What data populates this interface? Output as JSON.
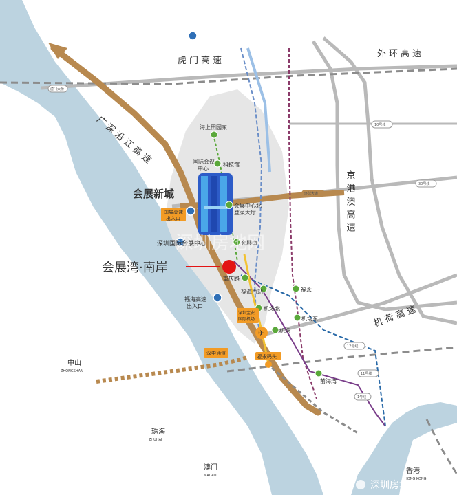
{
  "colors": {
    "water": "#bcd3e0",
    "land": "#ffffff",
    "district": "#e6e6e6",
    "expressway": "#b8894f",
    "road": "#b9b9b9",
    "highlight": "#e31414",
    "station": "#5aa83a",
    "junction": "#2f6fb6",
    "tag": "#f29b25"
  },
  "roads": {
    "humen": "虎门高速",
    "waihuan": "外环高速",
    "guangshen": "广深沿江高速",
    "jinggang": "京港澳高速",
    "jihe": "机荷高速"
  },
  "places": {
    "huizhan": "会展新城",
    "center": "深圳国际会展中心",
    "zhongshan": "中山",
    "zhongshan_en": "ZHONGSHAN",
    "zhuhai": "珠海",
    "zhuhai_en": "ZHUHAI",
    "macao": "澳门",
    "macao_en": "MACAO",
    "hongkong": "香港",
    "hongkong_en": "HONG KONG"
  },
  "highlight": {
    "label": "会展湾·南岸"
  },
  "stations": {
    "haishang": "海上田园东",
    "kejiguan": "科技馆",
    "guoji1": "国际会议",
    "guoji2": "中心",
    "hzbei1": "会展中心北",
    "hzbei2": "登录大厅",
    "hznan": "会展南",
    "chongqing": "重庆路",
    "fuhai": "福海西站",
    "fuyong": "福永",
    "jcbei": "机场北",
    "jcdong": "机场东",
    "jichang": "机场",
    "qianhai": "前海湾",
    "fyterminal": "福永码头"
  },
  "tags": {
    "guozhan1": "国展高速",
    "guozhan2": "出入口",
    "fuhai1": "福海高速",
    "fuhai2": "出入口",
    "shenzhong": "深中通道",
    "airport1": "深圳宝安",
    "airport2": "国际机场"
  },
  "small": {
    "humen_bridge": "虎门大桥",
    "line11": "11号线",
    "line12": "12号线",
    "line1": "1号线",
    "line10": "10号线",
    "line30": "30号线",
    "road_x": "环球大道"
  },
  "watermark": {
    "center": "深圳房地网",
    "corner": "深圳房地产招商"
  }
}
